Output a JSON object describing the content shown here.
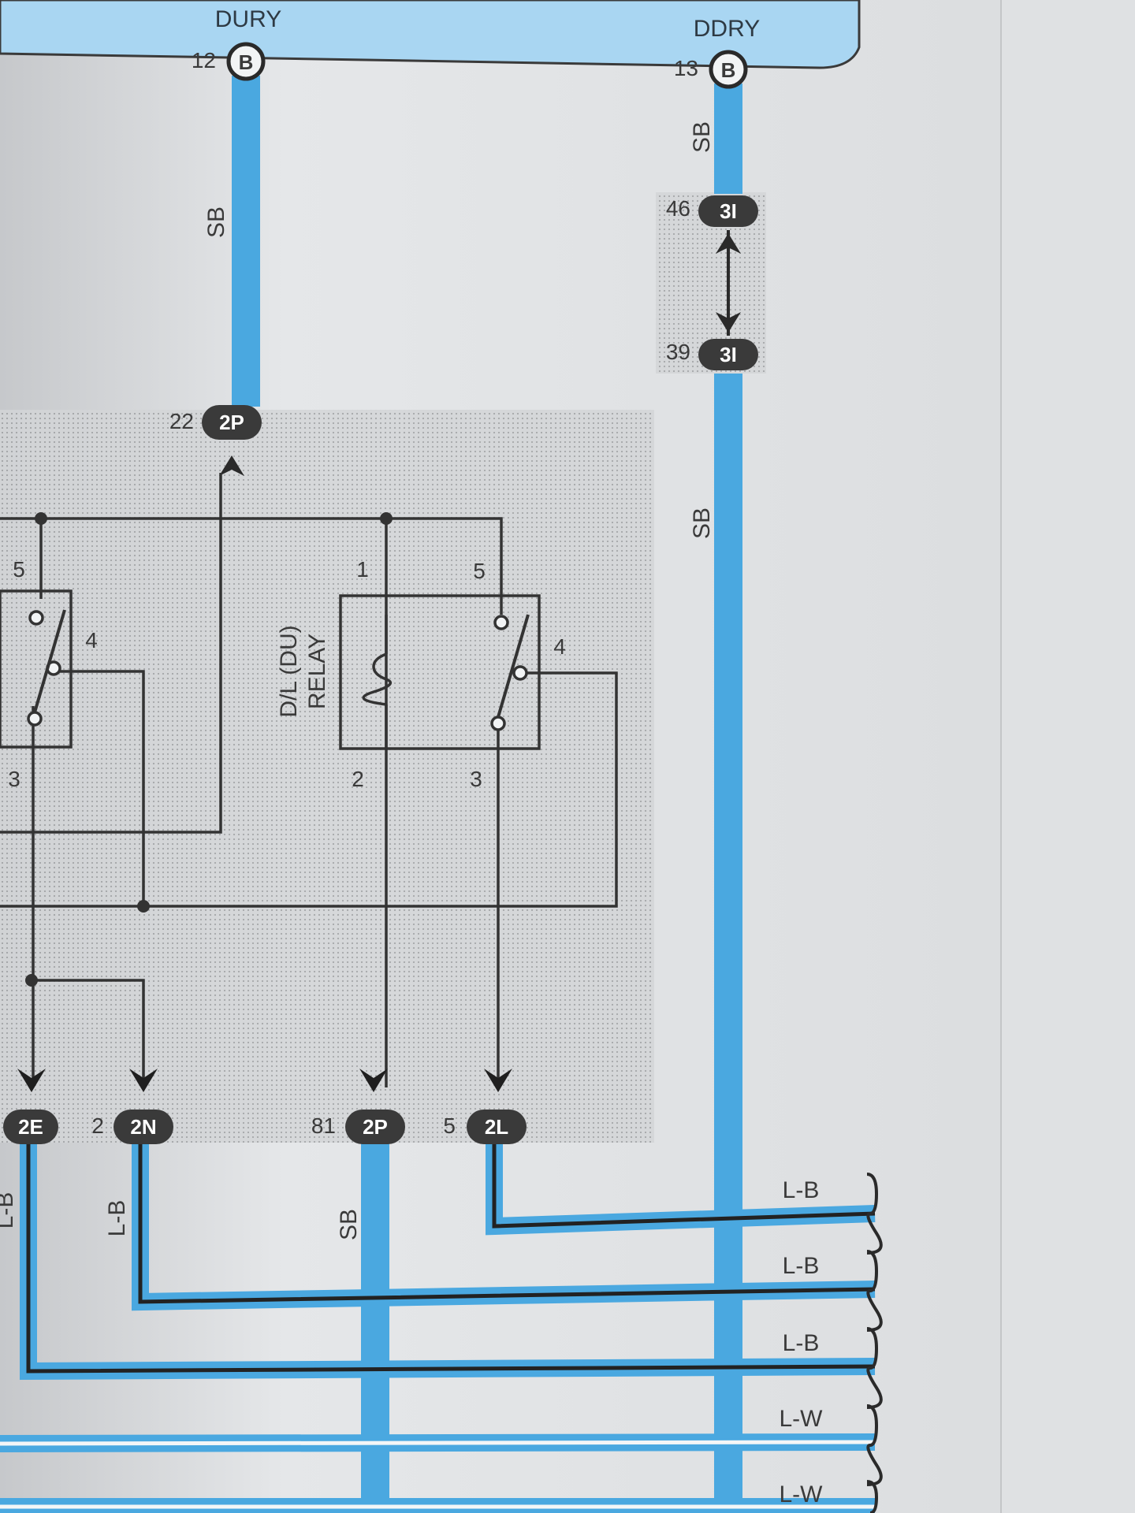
{
  "header": {
    "left_label": "DURY",
    "right_label": "DDRY"
  },
  "top_connectors": {
    "dury": {
      "pin": "12",
      "code": "B"
    },
    "ddry": {
      "pin": "13",
      "code": "B"
    }
  },
  "junction_31": {
    "upper": {
      "pin": "46",
      "code": "3I"
    },
    "lower": {
      "pin": "39",
      "code": "3I"
    }
  },
  "connector_2p_top": {
    "pin": "22",
    "code": "2P"
  },
  "relay": {
    "name_line1": "D/L (DU)",
    "name_line2": "RELAY",
    "pins": {
      "p1": "1",
      "p2": "2",
      "p3": "3",
      "p4": "4",
      "p5": "5"
    }
  },
  "left_relay": {
    "pins": {
      "p3": "3",
      "p4": "4",
      "p5": "5"
    }
  },
  "bottom_connectors": [
    {
      "pin": "",
      "code": "2E"
    },
    {
      "pin": "2",
      "code": "2N"
    },
    {
      "pin": "81",
      "code": "2P"
    },
    {
      "pin": "5",
      "code": "2L"
    }
  ],
  "wire_labels": {
    "dury_wire": "SB",
    "ddry_wire_upper": "SB",
    "ddry_wire_lower": "SB",
    "bottom_2p_wire": "SB",
    "left_2e_wire": "L-B",
    "left_2n_wire": "L-B"
  },
  "right_bundle": [
    "L-B",
    "L-B",
    "L-B",
    "L-W",
    "L-W"
  ],
  "colors": {
    "wire_sb": "#4aa8e0",
    "header_band": "#a9d6f2",
    "shaded_zone": "#cfd1d3",
    "line": "#3a3a3a"
  }
}
